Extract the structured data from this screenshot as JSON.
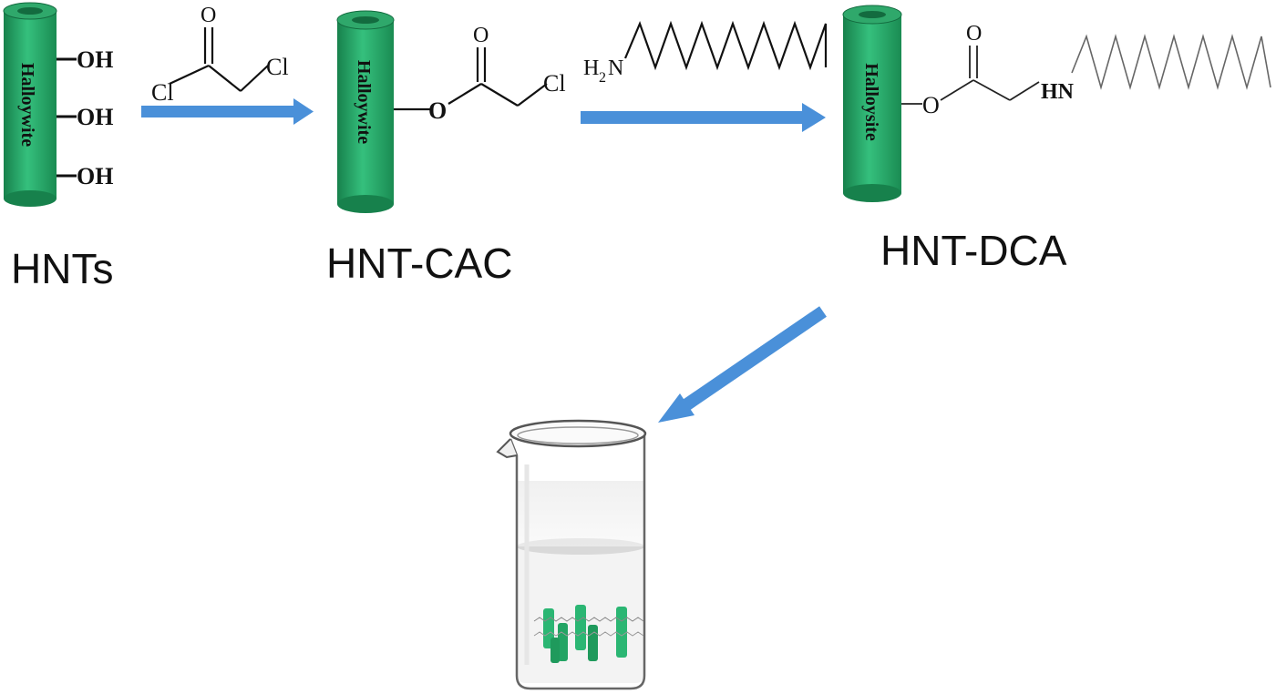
{
  "stages": [
    {
      "label": "HNTs",
      "tube_text": "Halloywite"
    },
    {
      "label": "HNT-CAC",
      "tube_text": "Halloywite"
    },
    {
      "label": "HNT-DCA",
      "tube_text": "Halloysite"
    }
  ],
  "groups": {
    "hydroxyl": "OH",
    "oxygen": "O",
    "chlorine": "Cl",
    "amine": "H2N",
    "amine_h": "H",
    "amine_sub": "2",
    "amine_n": "N",
    "secondary_amine": "HN"
  },
  "colors": {
    "tube": "#2bb673",
    "tube_dark": "#17814c",
    "arrow": "#4a90d9"
  }
}
